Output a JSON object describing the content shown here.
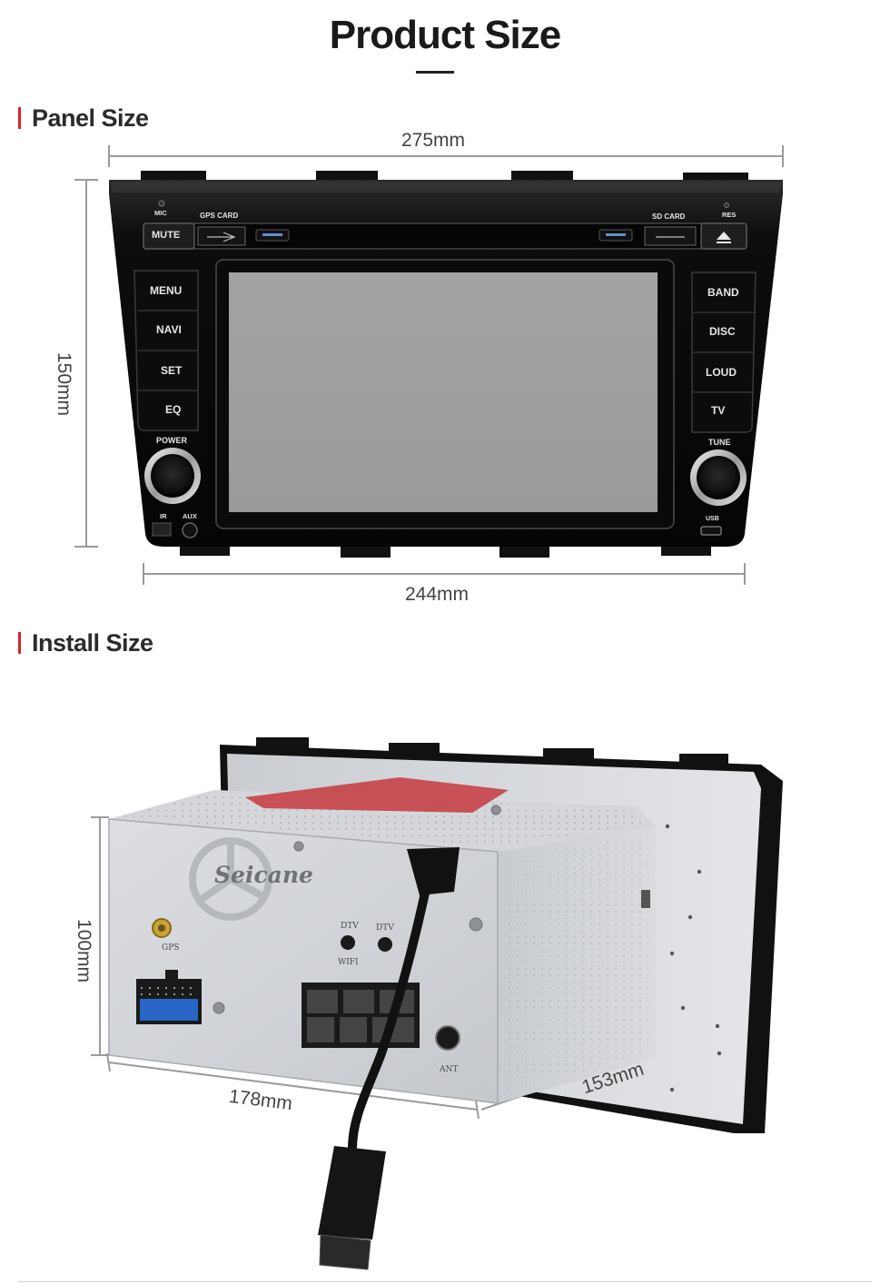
{
  "header": {
    "title": "Product Size"
  },
  "panel_section": {
    "label": "Panel Size",
    "dimensions": {
      "top_width": "275mm",
      "bottom_width": "244mm",
      "height": "150mm"
    },
    "panel_labels": {
      "mic": "MIC",
      "gps_card": "GPS CARD",
      "sd_card": "SD CARD",
      "res": "RES",
      "power": "POWER",
      "tune": "TUNE",
      "ir": "IR",
      "aux": "AUX",
      "usb": "USB"
    },
    "buttons_left": [
      "MUTE",
      "MENU",
      "NAVI",
      "SET",
      "EQ"
    ],
    "buttons_right": [
      "BAND",
      "DISC",
      "LOUD",
      "TV"
    ]
  },
  "install_section": {
    "label": "Install Size",
    "dimensions": {
      "width": "178mm",
      "depth": "153mm",
      "height": "100mm"
    },
    "chassis_labels": {
      "brand": "Seicane",
      "gps": "GPS",
      "dtv_1": "DTV",
      "dtv_2": "DTV",
      "wifi": "WIFI",
      "ant": "ANT"
    }
  }
}
